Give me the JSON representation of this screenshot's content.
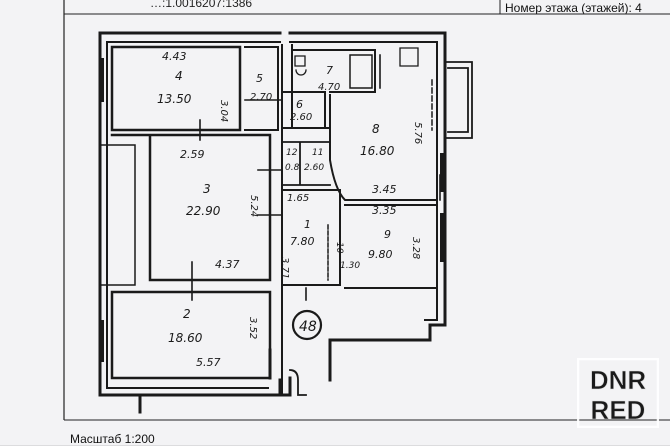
{
  "header": {
    "record_fragment": "…:1.0016207:1386",
    "floor_label": "Номер этажа (этажей): 4"
  },
  "footer": {
    "scale_label": "Масштаб 1:200"
  },
  "plan": {
    "rooms": [
      {
        "id": "room-4",
        "number": "4",
        "area": "13.50",
        "dims": [
          "4.43",
          "3.04"
        ]
      },
      {
        "id": "room-5",
        "number": "5",
        "area": "2.70",
        "dims": []
      },
      {
        "id": "room-6",
        "number": "6",
        "area": "2.60",
        "dims": []
      },
      {
        "id": "room-7",
        "number": "7",
        "area": "4.70",
        "dims": []
      },
      {
        "id": "room-8",
        "number": "8",
        "area": "16.80",
        "dims": [
          "5.76",
          "3.45"
        ]
      },
      {
        "id": "room-12",
        "number": "12",
        "area": "0.8",
        "dims": []
      },
      {
        "id": "room-11",
        "number": "11",
        "area": "2.60",
        "dims": []
      },
      {
        "id": "room-3",
        "number": "3",
        "area": "22.90",
        "dims": [
          "2.59",
          "5.24",
          "4.37"
        ]
      },
      {
        "id": "room-1",
        "number": "1",
        "area": "7.80",
        "dims": [
          "1.65",
          "3.71"
        ]
      },
      {
        "id": "room-10",
        "number": "10",
        "area": "1.30",
        "dims": []
      },
      {
        "id": "room-9",
        "number": "9",
        "area": "9.80",
        "dims": [
          "3.35",
          "3.28"
        ]
      },
      {
        "id": "room-2",
        "number": "2",
        "area": "18.60",
        "dims": [
          "3.52",
          "5.57"
        ]
      }
    ],
    "apartment_number": "48"
  },
  "watermark": {
    "line1": "DNR",
    "line2": "RED"
  },
  "colors": {
    "line": "#1a1a1a",
    "paper": "#f3f3f5",
    "watermark": "#ffffff"
  }
}
